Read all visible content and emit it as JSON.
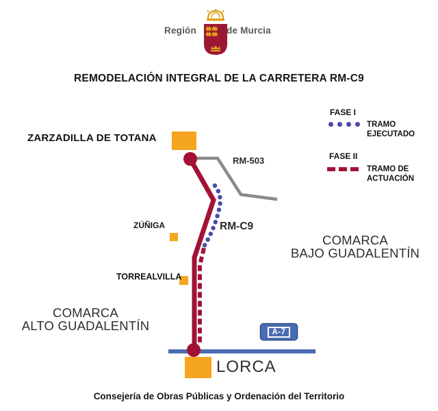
{
  "logo": {
    "left": "Región",
    "right": "de Murcia"
  },
  "title": "REMODELACIÓN INTEGRAL DE LA CARRETERA RM-C9",
  "legend": {
    "fase1": {
      "label": "FASE I",
      "desc_line1": "TRAMO",
      "desc_line2": "EJECUTADO"
    },
    "fase2": {
      "label": "FASE II",
      "desc_line1": "TRAMO DE",
      "desc_line2": "ACTUACIÓN"
    }
  },
  "map": {
    "towns": {
      "zarzadilla": "ZARZADILLA DE TOTANA",
      "zuniga": "ZÚÑIGA",
      "torrealvilla": "TORREALVILLA",
      "lorca": "LORCA"
    },
    "roads": {
      "rm503": "RM-503",
      "rmc9": "RM-C9",
      "a7": "A-7"
    },
    "regions": {
      "bajo_line1": "COMARCA",
      "bajo_line2": "BAJO GUADALENTÍN",
      "alto_line1": "COMARCA",
      "alto_line2": "ALTO GUADALENTÍN"
    }
  },
  "footer": "Consejería de Obras Públicas y Ordenación del Territorio",
  "colors": {
    "road-red": "#A21237",
    "dot-blue": "#4B4AA5",
    "town-orange": "#F5A51F",
    "road-gray": "#8A8A8A",
    "highway-blue": "#4A6CB3",
    "shield-red": "#9C1834",
    "crown-gold": "#DFA117"
  }
}
